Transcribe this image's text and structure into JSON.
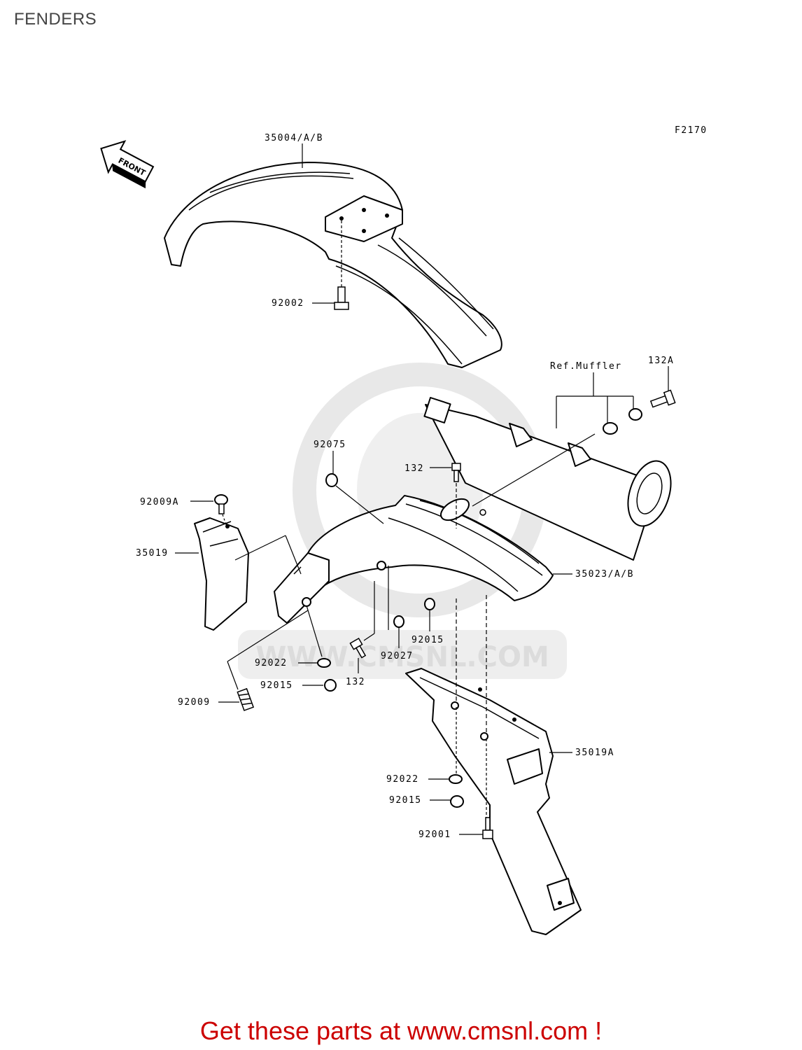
{
  "page": {
    "title": "FENDERS"
  },
  "diagram": {
    "figure_code": "F2170",
    "front_indicator": "FRONT",
    "muffler_reference": "Ref.Muffler",
    "watermark": "WWW.CMSNL.COM",
    "parts": {
      "front_fender": "35004/A/B",
      "front_fender_bolt": "92002",
      "muffler_bolt": "132A",
      "nut_upper": "92075",
      "bolt_center": "132",
      "bolt_left": "92009A",
      "flap": "35019",
      "rear_fender": "35023/A/B",
      "nut_center": "92015",
      "collar": "92027",
      "bolt_lower": "132",
      "washer_left": "92022",
      "nut_left": "92015",
      "bolt_lower_left": "92009",
      "rear_flap": "35019A",
      "washer_rear": "92022",
      "nut_rear": "92015",
      "bolt_rear": "92001"
    }
  },
  "promo": {
    "text": "Get these parts at www.cmsnl.com !"
  },
  "colors": {
    "promo": "#cc0000",
    "title": "#444444",
    "line": "#000000",
    "watermark": "#e6e6e6"
  }
}
